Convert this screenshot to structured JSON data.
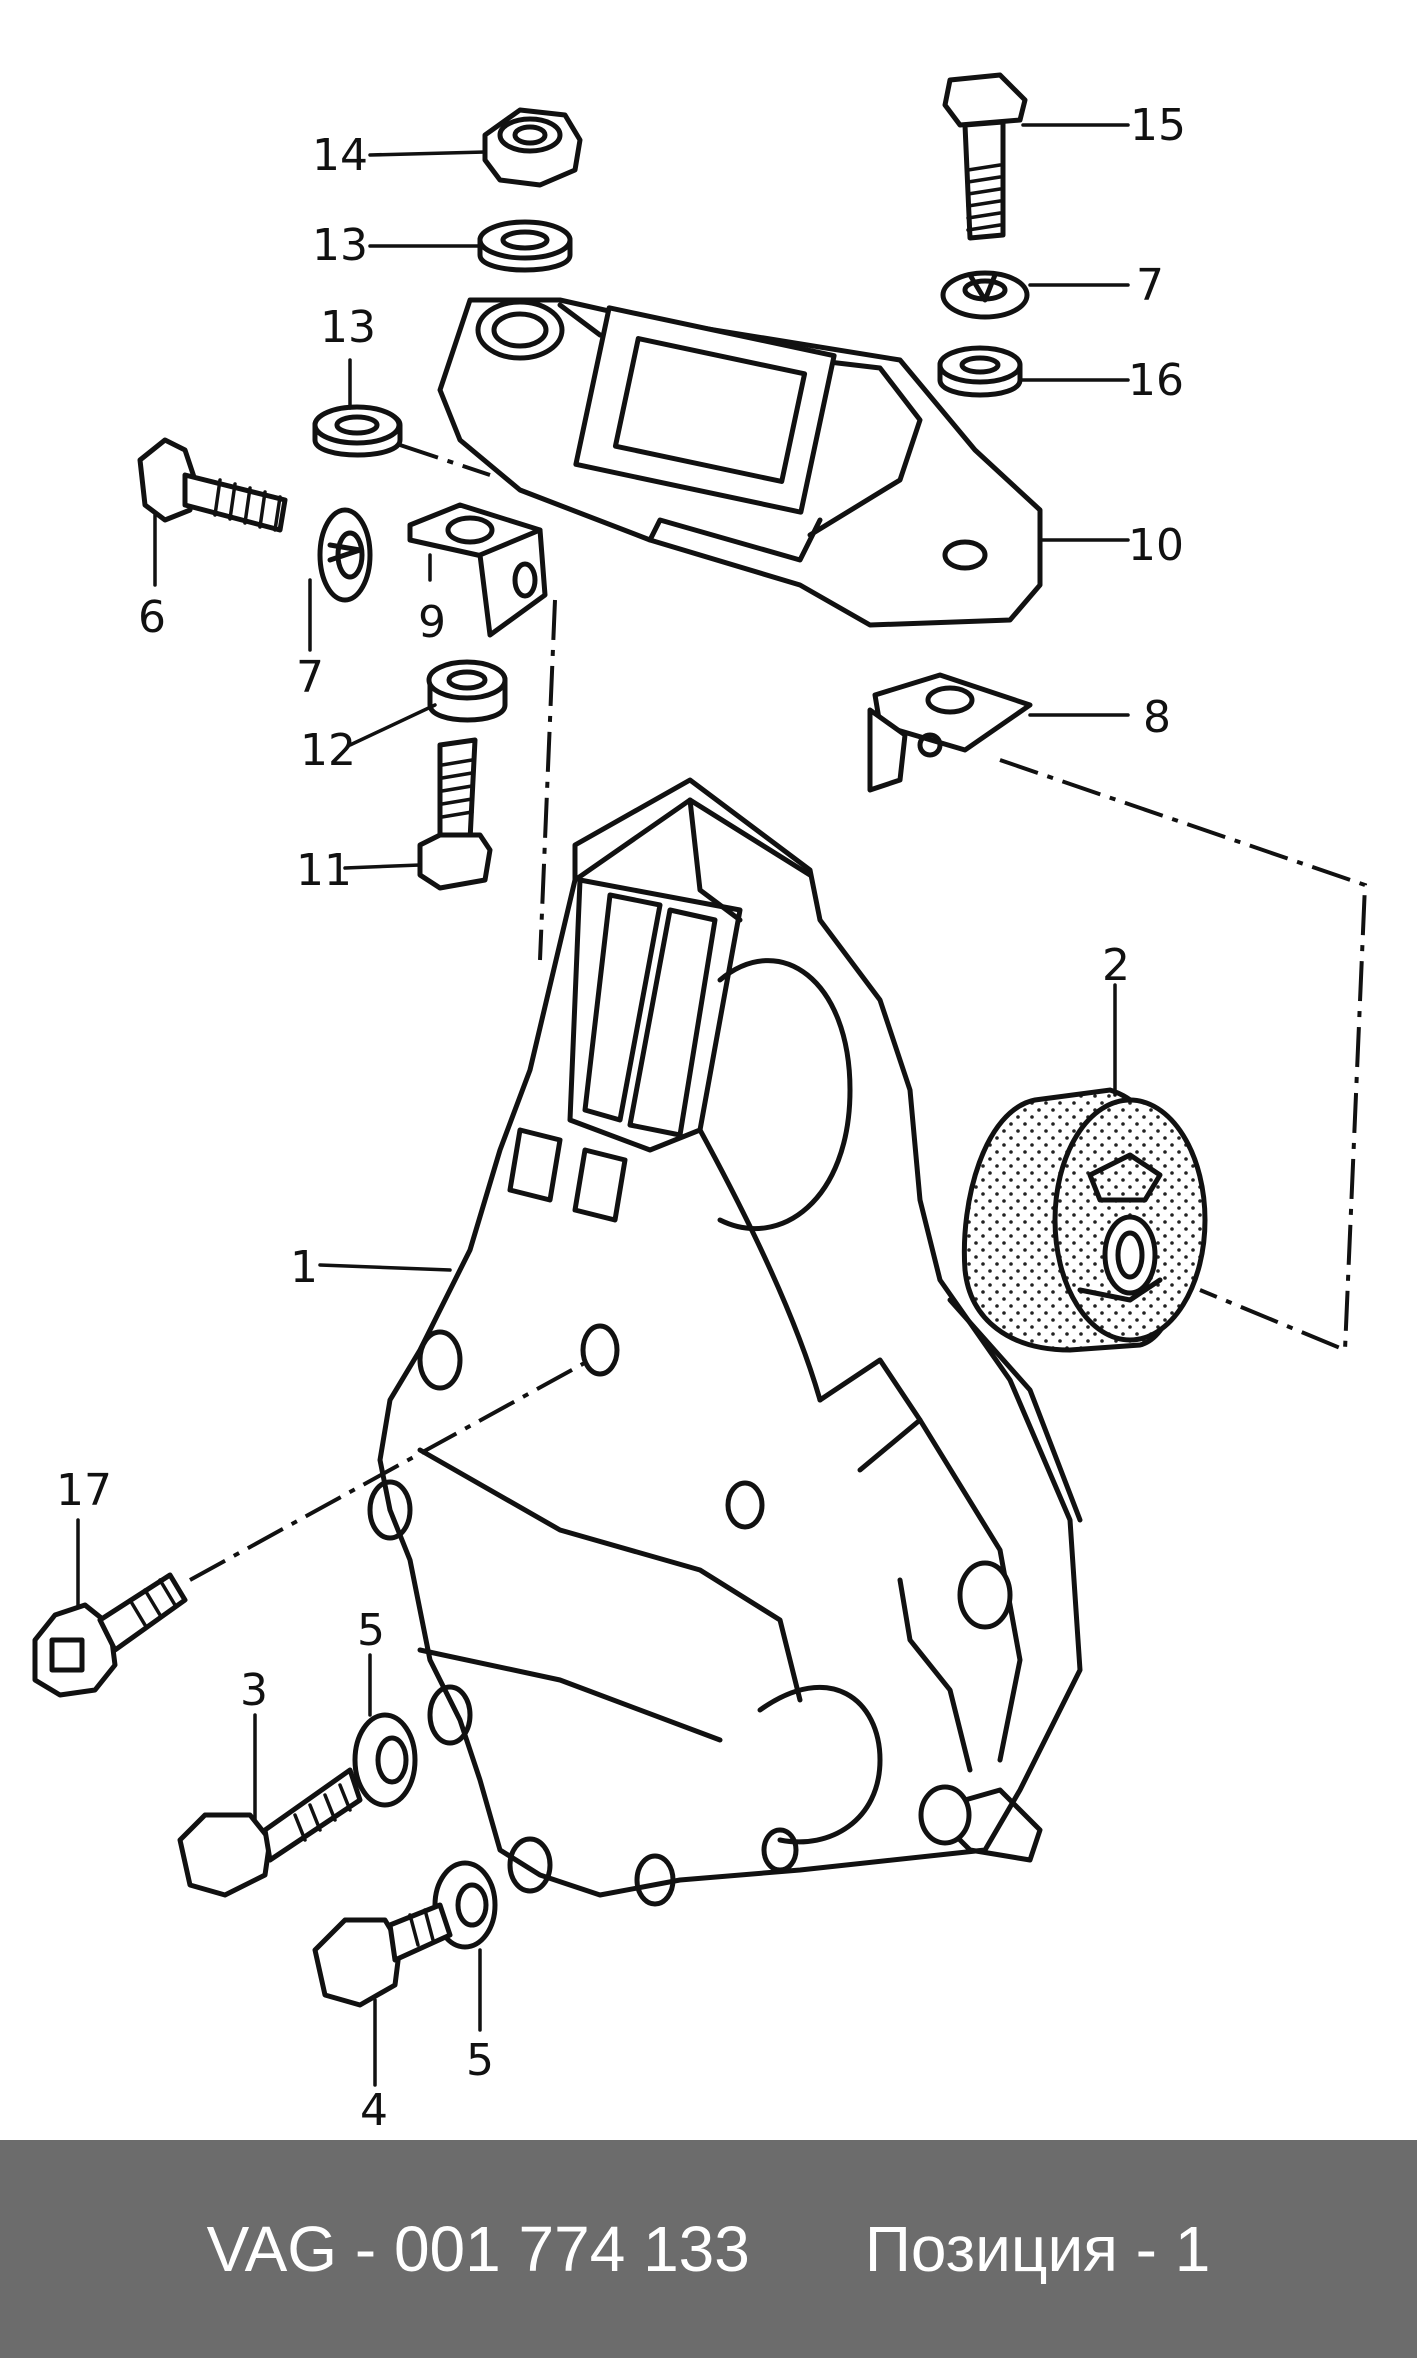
{
  "footer": {
    "part_number": "VAG - 001 774 133",
    "position": "Позиция - 1"
  },
  "callouts": {
    "c1": "1",
    "c2": "2",
    "c3": "3",
    "c4": "4",
    "c5a": "5",
    "c5b": "5",
    "c6": "6",
    "c7a": "7",
    "c7b": "7",
    "c8": "8",
    "c9": "9",
    "c10": "10",
    "c11": "11",
    "c12": "12",
    "c13a": "13",
    "c13b": "13",
    "c14": "14",
    "c15": "15",
    "c16": "16",
    "c17": "17"
  }
}
